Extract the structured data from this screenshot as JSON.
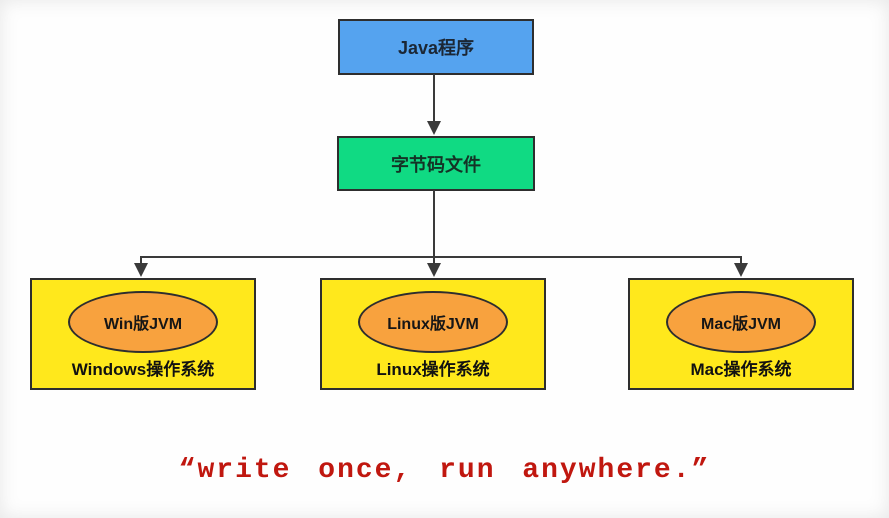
{
  "diagram": {
    "top_node": {
      "label": "Java程序"
    },
    "middle_node": {
      "label": "字节码文件"
    },
    "platforms": [
      {
        "jvm": "Win版JVM",
        "os": "Windows操作系统"
      },
      {
        "jvm": "Linux版JVM",
        "os": "Linux操作系统"
      },
      {
        "jvm": "Mac版JVM",
        "os": "Mac操作系统"
      }
    ],
    "caption": "“write once, run anywhere.”",
    "colors": {
      "java_box": "#55a3ef",
      "bytecode_box": "#10da83",
      "platform_box": "#ffe81c",
      "jvm_ellipse": "#f8a23e",
      "caption_text": "#c0170f",
      "line": "#3a3a3a"
    }
  }
}
